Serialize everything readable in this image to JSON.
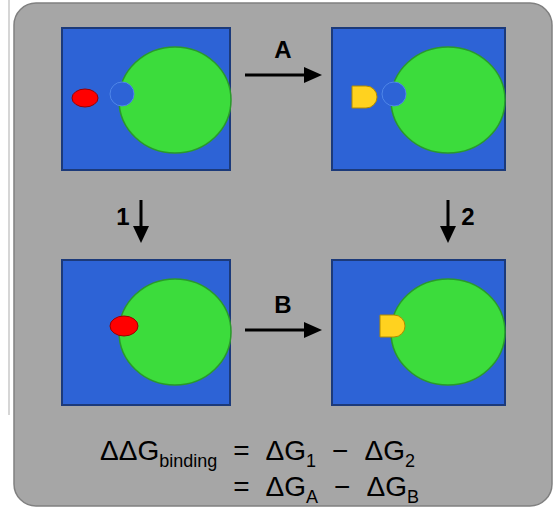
{
  "diagram": {
    "labels": [
      "A",
      "1",
      "2",
      "B",
      "ΔΔG",
      "binding",
      "=",
      "ΔG",
      "1",
      "−",
      "ΔG",
      "2",
      "=",
      "ΔG",
      "A",
      "−",
      "ΔG",
      "B"
    ]
  }
}
